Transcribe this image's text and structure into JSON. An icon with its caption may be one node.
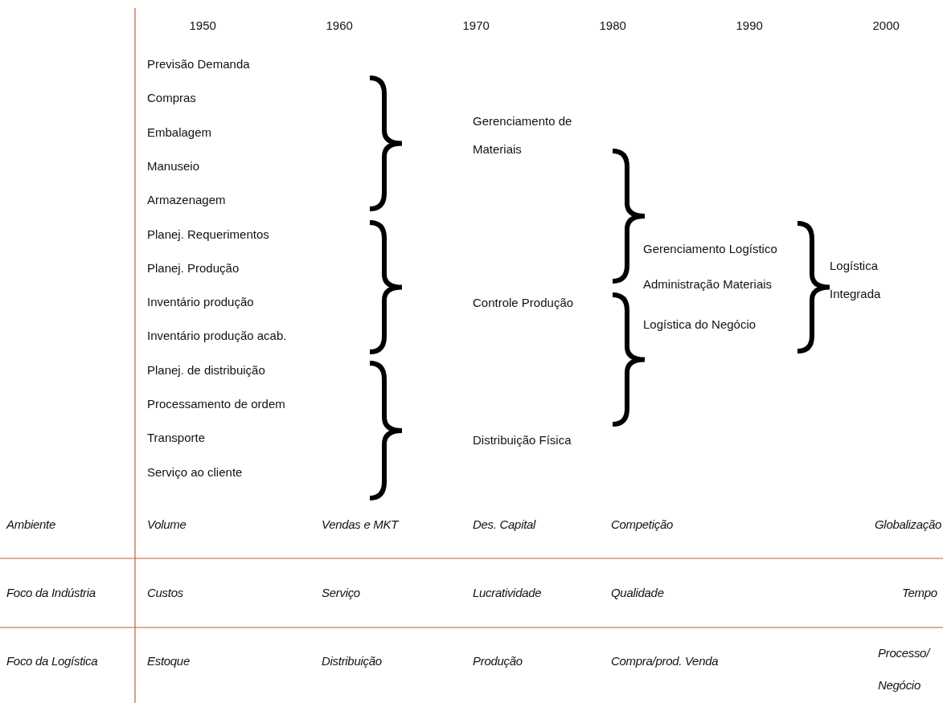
{
  "diagram": {
    "labels": [
      "1950",
      "1960",
      "1970",
      "1980",
      "1990",
      "2000",
      "Previsão Demanda",
      "Compras",
      "Embalagem",
      "Manuseio",
      "Armazenagem",
      "Planej. Requerimentos",
      "Planej. Produção",
      "Inventário produção",
      "Inventário produção acab.",
      "Planej. de distribuição",
      "Processamento de ordem",
      "Transporte",
      "Serviço ao cliente",
      "Gerenciamento de Materiais",
      "Controle Produção",
      "Distribuição Física",
      "Gerenciamento Logístico",
      "Administração Materiais",
      "Logística do Negócio",
      "Logística Integrada",
      "Ambiente",
      "Volume",
      "Vendas e MKT",
      "Des. Capital",
      "Competição",
      "Globalização",
      "Foco da Indústria",
      "Custos",
      "Serviço",
      "Lucratividade",
      "Qualidade",
      "Tempo",
      "Foco da Logística",
      "Estoque",
      "Distribuição",
      "Produção",
      "Compra/prod. Venda",
      "Processo/ Negócio"
    ]
  }
}
